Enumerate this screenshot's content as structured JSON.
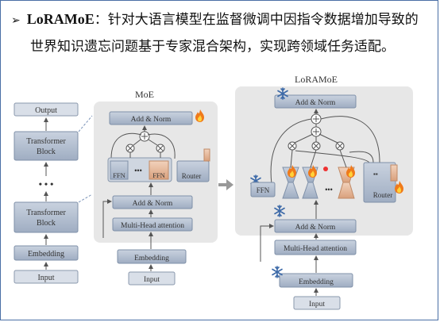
{
  "heading": {
    "bullet": "➢",
    "term": "LoRAMoE",
    "line1_rest": "：针对大语言模型在监督微调中因指令数据增加导致的",
    "line2": "世界知识遗忘问题基于专家混合架构，实现跨领域任务适配。"
  },
  "left_stack": {
    "output": "Output",
    "transformer_block": [
      "Transformer",
      "Block"
    ],
    "dots": "• • •",
    "transformer_block2": [
      "Transformer",
      "Block"
    ],
    "embedding": "Embedding",
    "input": "Input"
  },
  "moe": {
    "title": "MoE",
    "add_norm_top": "Add & Norm",
    "ffn1": "FFN",
    "ffn2": "FFN",
    "dots": "•••",
    "router": "Router",
    "add_norm_bottom": "Add & Norm",
    "attention": "Multi-Head attention",
    "embedding": "Embedding",
    "input": "Input"
  },
  "loramoe": {
    "title": "LoRAMoE",
    "add_norm_top": "Add & Norm",
    "ffn": "FFN",
    "dots": "•••",
    "router": "Router",
    "add_norm_bottom": "Add & Norm",
    "attention": "Multi-Head attention",
    "embedding": "Embedding",
    "input": "Input"
  },
  "colors": {
    "block_fill": "#b8c3d3",
    "block_dark": "#7f90a8",
    "panel_bg": "#e7e7e7",
    "expert_peach": "#e8b89a",
    "border": "#4a6fa5"
  },
  "icons": [
    "fire-icon",
    "snowflake-icon",
    "plus-circle-icon",
    "multiply-circle-icon",
    "arrow-icon"
  ]
}
